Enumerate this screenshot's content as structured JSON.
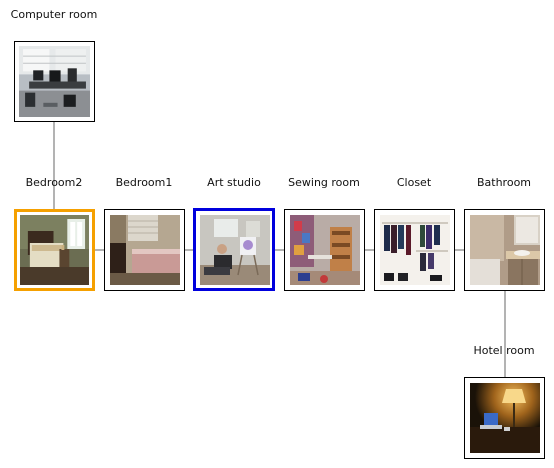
{
  "nodes": {
    "computer_room": "Computer room",
    "bedroom2": "Bedroom2",
    "bedroom1": "Bedroom1",
    "art_studio": "Art studio",
    "sewing_room": "Sewing room",
    "closet": "Closet",
    "bathroom": "Bathroom",
    "hotel_room": "Hotel room"
  },
  "colors": {
    "edge": "#808080",
    "highlight_orange": "#f5a000",
    "highlight_blue": "#0000dd"
  }
}
